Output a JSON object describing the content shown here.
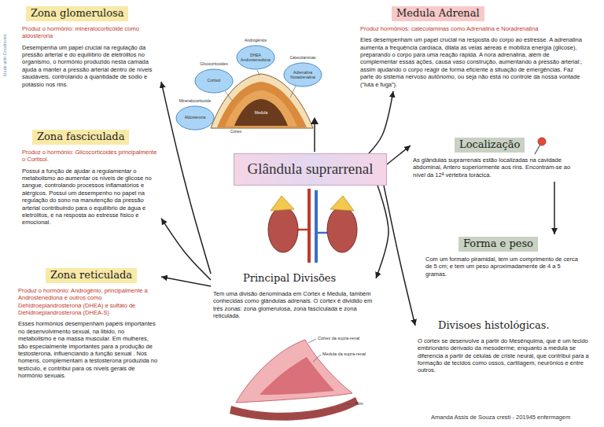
{
  "diagram": {
    "nodes": [
      {
        "text": [
          "Zona glomerulosa",
          "Produz o hormônio: mineralocorticóide como aldosterona",
          "Desempenha um papel crucial na regulação da pressão arterial e do equilíbrio de eletrólitos no organismo, o hormônio produzido nesta camada ajuda a manter a pressão arterial dentro de níveis saudáveis, controlando a quantidade de sódio e potássio nos rins."
        ]
      },
      {
        "text": [
          "Medula Adrenal",
          "Produz hormônios: catecolaminas como Adrenalina e Noradrenalina",
          "Eles desempenham um papel crucial na resposta do corpo ao estresse. A adrenalina aumenta a frequência cardíaca, dilata as veias aéreas e mobiliza energia (glicose), preparando o corpo para uma reação rápida. A nora adrenalina, além de complementar essas ações, causa vaso construção, aumentando a pressão arterial:, assim ajudando o corpo reagir de forma eficiente a situação de emergências. Faz parte do sistema nervoso autônomo, ou seja não está no controle da nossa vontade (“luta e fuga”)."
        ]
      },
      {
        "text": [
          "Zona fasciculada",
          "Produz o hormônio: Glicocorticoides principalmente o Cortisol.",
          "Possui a função de ajudar a regulamentar o metabolismo ao aumentar os níveis de glicose no sangue, controlando processos inflamatórios e alérgicos. Possui um desempenho no papel na regulação do sono na manutenção da pressão arterial contribuindo para o equilíbrio de água e eletrólitos, e na resposta ao estresse físico e emocional."
        ]
      },
      {
        "text": [
          "Glândula suprarrenal"
        ]
      },
      {
        "text": [
          "Localização",
          "As glândulas suprarrenais estão localizadas na cavidade abdominal, Antero superiormente aos rins. Encontram-se ao nível da 12ª vértebra torácica."
        ]
      },
      {
        "text": [
          "Forma e peso",
          "Com um formato piramidal, tem um comprimento de cerca de 5 cm; e tem um peso aproximadamente de 4 a 5 gramas."
        ]
      },
      {
        "text": [
          "Zona reticulada",
          "Produz o hormônio: Androgênio, principalmente a Androstenediona e outros como Dehidroepiandrosterona (DHEA) e sulfato de Dehidroepiandrosterona (DHEA-S)",
          "Esses hormônios desempenham papéis importantes no desenvolvimento sexual, na libido, no metabolismo e na massa muscular. Em mulheres, são especialmente importantes para a produção de testosterona, influenciando a função sexual . Nos homens, complementam a testosterona produzida no testículo, e contribui para os níveis gerais de hormônio sexuais."
        ]
      },
      {
        "text": [
          "Principal Divisões",
          "Tem uma divisão denominada em Córtex e Medula, também conhecidas como glândulas adrenais. O córtex é dividido em três zonas: zona glomerulosa, zona fasciculada e zona reticulada."
        ]
      },
      {
        "text": [
          "Divisoes histológicas.",
          "O córtex se desenvolve a partir do Mesênquima, que é um tecido embrionário derivado da mesoderme; enquanto a medula se diferencia a partir de células de criste neural, que contribui para a formação de tecidos como ossos, cartilagem, neurônios e entre outros."
        ]
      }
    ],
    "edges": [
      {
        "from": 3,
        "to": 1,
        "arrow": "to"
      },
      {
        "from": 3,
        "to": 4,
        "arrow": "to"
      },
      {
        "from": 4,
        "to": 5,
        "arrow": "to"
      },
      {
        "from": 3,
        "to": 7,
        "arrow": "to"
      },
      {
        "from": 3,
        "to": 8,
        "arrow": "to"
      },
      {
        "from": 7,
        "to": 0,
        "arrow": "to"
      },
      {
        "from": 7,
        "to": 2,
        "arrow": "to"
      },
      {
        "from": 7,
        "to": 6,
        "arrow": "to"
      }
    ],
    "labels": [
      "Made with Goodnotes",
      "Glicocorticoides",
      "Cortisol",
      "Androgênios",
      "DHEA Androstenediona",
      "Catecolaminas",
      "Adrenalina Noradrenalina",
      "Mineralocorticoide",
      "Aldosterona",
      "Medula",
      "Córtex",
      "Córtex da supra-renal",
      "Medula da supra-renal",
      "Rim",
      "Amanda Assis de Souza cresti - 201945 enfermagem"
    ]
  }
}
